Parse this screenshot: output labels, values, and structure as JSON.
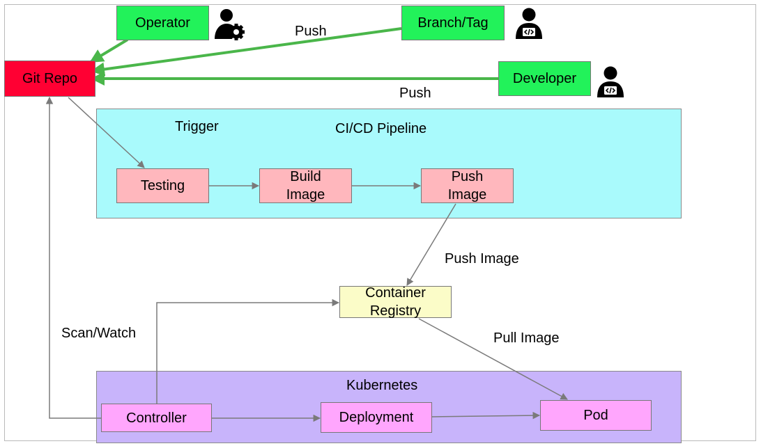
{
  "colors": {
    "actor_green": "#22f25a",
    "git_repo_red": "#ff0033",
    "pipeline_cyan": "#a9fafc",
    "stage_pink": "#ffb7bd",
    "registry_yellow": "#fbfcc8",
    "kubernetes_purple": "#c8b4fb",
    "k8s_object_magenta": "#ffa6fd",
    "push_arrow_green": "#4ab64a",
    "flow_arrow_gray": "#7a7a7a"
  },
  "actors": {
    "operator": {
      "label": "Operator",
      "icon": "user-gear-icon"
    },
    "branch_tag": {
      "label": "Branch/Tag",
      "icon": "developer-code-icon"
    },
    "developer": {
      "label": "Developer",
      "icon": "developer-code-icon"
    }
  },
  "git_repo": {
    "label": "Git Repo"
  },
  "push_labels": {
    "upper": "Push",
    "lower": "Push"
  },
  "pipeline": {
    "title": "CI/CD Pipeline",
    "trigger_label": "Trigger",
    "stages": {
      "testing": "Testing",
      "build_image": "Build\nImage",
      "push_image": "Push\nImage"
    }
  },
  "registry": {
    "label": "Container\nRegistry",
    "push_image_label": "Push Image",
    "pull_image_label": "Pull Image"
  },
  "scan_watch_label": "Scan/Watch",
  "kubernetes": {
    "title": "Kubernetes",
    "controller": "Controller",
    "deployment": "Deployment",
    "pod": "Pod"
  }
}
